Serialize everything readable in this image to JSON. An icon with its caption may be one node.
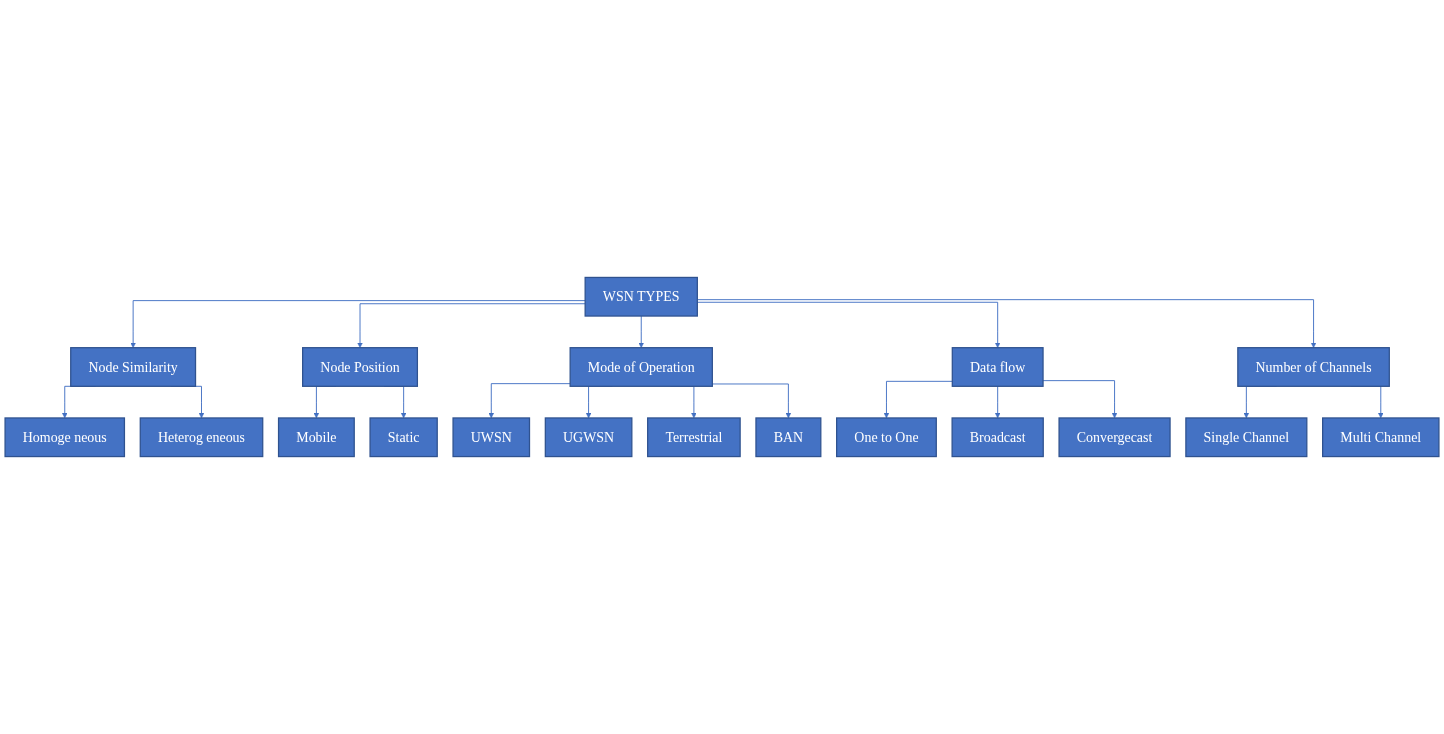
{
  "diagram": {
    "nodes": [
      {
        "text": [
          "WSN TYPES"
        ]
      },
      {
        "text": [
          "Node Similarity"
        ]
      },
      {
        "text": [
          "Node Position"
        ]
      },
      {
        "text": [
          "Mode of Operation"
        ]
      },
      {
        "text": [
          "Data flow"
        ]
      },
      {
        "text": [
          "Number of Channels"
        ]
      },
      {
        "text": [
          "Homoge neous"
        ]
      },
      {
        "text": [
          "Heterog eneous"
        ]
      },
      {
        "text": [
          "UWSN"
        ]
      },
      {
        "text": [
          "UGWSN"
        ]
      },
      {
        "text": [
          "Terrestrial"
        ]
      },
      {
        "text": [
          "BAN"
        ]
      },
      {
        "text": [
          "Single Channel"
        ]
      },
      {
        "text": [
          "Multi Channel"
        ]
      },
      {
        "text": [
          "Mobile"
        ]
      },
      {
        "text": [
          "Static"
        ]
      },
      {
        "text": [
          "One to One"
        ]
      },
      {
        "text": [
          "Broadcast"
        ]
      },
      {
        "text": [
          "Convergecast"
        ]
      }
    ],
    "edges": [
      {
        "from": 0,
        "to": 1,
        "arrow": "to"
      },
      {
        "from": 0,
        "to": 2,
        "arrow": "to"
      },
      {
        "from": 0,
        "to": 3,
        "arrow": "to"
      },
      {
        "from": 0,
        "to": 4,
        "arrow": "to"
      },
      {
        "from": 0,
        "to": 5,
        "arrow": "to"
      },
      {
        "from": 1,
        "to": 6,
        "arrow": "to"
      },
      {
        "from": 1,
        "to": 7,
        "arrow": "to"
      },
      {
        "from": 3,
        "to": 8,
        "arrow": "to"
      },
      {
        "from": 3,
        "to": 9,
        "arrow": "to"
      },
      {
        "from": 3,
        "to": 10,
        "arrow": "to"
      },
      {
        "from": 3,
        "to": 11,
        "arrow": "to"
      },
      {
        "from": 5,
        "to": 12,
        "arrow": "to"
      },
      {
        "from": 5,
        "to": 13,
        "arrow": "to"
      },
      {
        "from": 2,
        "to": 14,
        "arrow": "to"
      },
      {
        "from": 2,
        "to": 15,
        "arrow": "to"
      },
      {
        "from": 4,
        "to": 16,
        "arrow": "to"
      },
      {
        "from": 4,
        "to": 17,
        "arrow": "to"
      },
      {
        "from": 4,
        "to": 18,
        "arrow": "to"
      }
    ]
  }
}
